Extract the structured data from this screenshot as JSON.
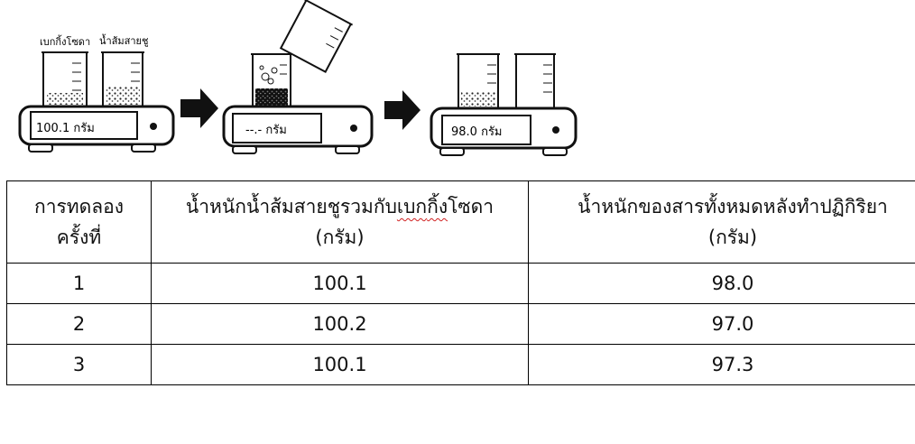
{
  "illustration": {
    "scale1": {
      "beaker_left_label": "เบกกิ้งโซดา",
      "beaker_right_label": "น้ำส้มสายชู",
      "display": "100.1 กรัม"
    },
    "scale2": {
      "display": "--.- กรัม"
    },
    "scale3": {
      "display": "98.0 กรัม"
    }
  },
  "table": {
    "header": {
      "col1_line1": "การทดลอง",
      "col1_line2": "ครั้งที่",
      "col2_pre": "น้ำหนักน้ำส้มสายชูรวมกับ",
      "col2_word1": "เบก",
      "col2_word2": "กิ้ง",
      "col2_post": "โซดา",
      "col2_unit": "(กรัม)",
      "col3_line1": "น้ำหนักของสารทั้งหมดหลังทำปฏิกิริยา",
      "col3_unit": "(กรัม)"
    },
    "rows": [
      {
        "trial": "1",
        "before": "100.1",
        "after": "98.0"
      },
      {
        "trial": "2",
        "before": "100.2",
        "after": "97.0"
      },
      {
        "trial": "3",
        "before": "100.1",
        "after": "97.3"
      }
    ]
  }
}
